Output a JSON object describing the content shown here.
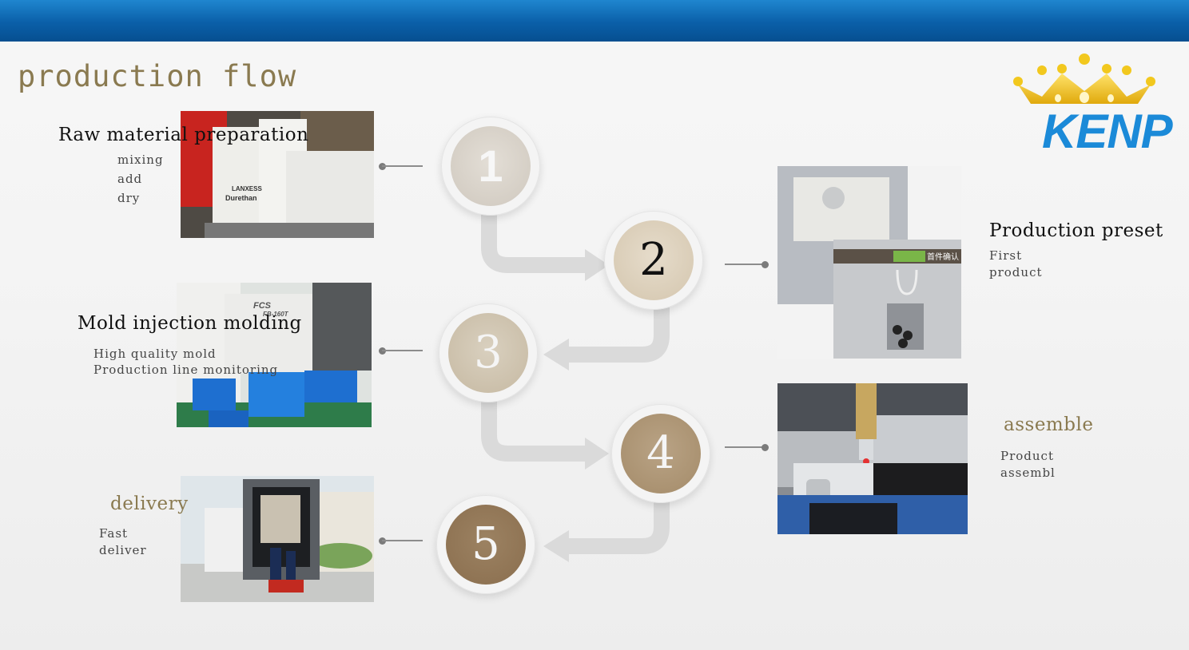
{
  "page": {
    "title": "production flow",
    "logo_text": "KENP"
  },
  "steps": [
    {
      "number": "1",
      "heading": "Raw material preparation",
      "details": "mixing\nadd\ndry",
      "photo_labels": [
        "LANXESS",
        "Durethan"
      ]
    },
    {
      "number": "2",
      "heading": "Production preset",
      "details": "First\nproduct",
      "photo_labels": [
        "首件确认"
      ]
    },
    {
      "number": "3",
      "heading": "Mold injection molding",
      "details": "High quality mold\nProduction line monitoring",
      "photo_labels": [
        "FCS",
        "FB-160T"
      ]
    },
    {
      "number": "4",
      "heading": "assemble",
      "details": "Product\nassembl"
    },
    {
      "number": "5",
      "heading": "delivery",
      "details": "Fast\ndeliver"
    }
  ],
  "colors": {
    "header_blue": "#0a5fa8",
    "title_gold": "#8a7a50",
    "logo_blue": "#1b8ad8",
    "crown_gold": "#f2c81e"
  }
}
